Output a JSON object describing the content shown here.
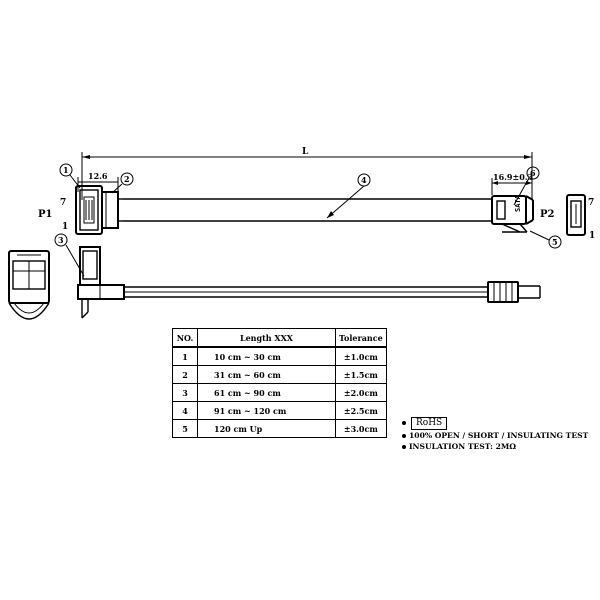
{
  "drawing": {
    "connector_p1": "P1",
    "connector_p2": "P2",
    "pin_7_left": "7",
    "pin_1_left": "1",
    "pin_7_right": "7",
    "pin_1_right": "1",
    "dim_length": "L",
    "dim_left": "12.6",
    "dim_right": "16.9±0.3",
    "balloons": [
      "1",
      "2",
      "3",
      "4",
      "5",
      "6"
    ]
  },
  "table": {
    "headers": [
      "NO.",
      "Length   XXX",
      "Tolerance"
    ],
    "rows": [
      {
        "no": "1",
        "length": "10 cm ~ 30 cm",
        "tolerance": "±1.0cm"
      },
      {
        "no": "2",
        "length": "31 cm ~ 60 cm",
        "tolerance": "±1.5cm"
      },
      {
        "no": "3",
        "length": "61 cm ~ 90 cm",
        "tolerance": "±2.0cm"
      },
      {
        "no": "4",
        "length": "91 cm ~ 120 cm",
        "tolerance": "±2.5cm"
      },
      {
        "no": "5",
        "length": "120 cm   Up",
        "tolerance": "±3.0cm"
      }
    ]
  },
  "notes": {
    "rohs": "RoHS",
    "test1": "100% OPEN / SHORT / INSULATING TEST",
    "test2": "INSULATION TEST: 2MΩ"
  }
}
